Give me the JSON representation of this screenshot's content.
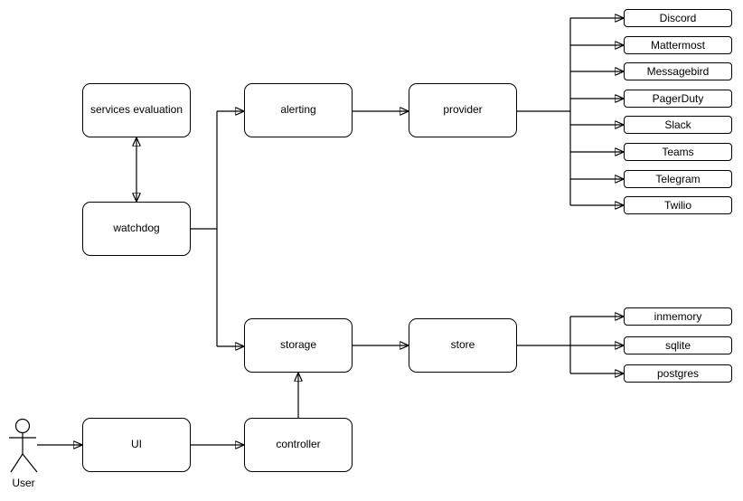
{
  "diagram": {
    "background_color": "#ffffff",
    "stroke_color": "#000000",
    "node_fill_color": "#ffffff",
    "nodes": {
      "services_evaluation": "services evaluation",
      "watchdog": "watchdog",
      "alerting": "alerting",
      "provider": "provider",
      "storage": "storage",
      "store": "store",
      "ui": "UI",
      "controller": "controller"
    },
    "provider_targets": [
      "Discord",
      "Mattermost",
      "Messagebird",
      "PagerDuty",
      "Slack",
      "Teams",
      "Telegram",
      "Twilio"
    ],
    "store_targets": [
      "inmemory",
      "sqlite",
      "postgres"
    ],
    "actor_label": "User"
  }
}
